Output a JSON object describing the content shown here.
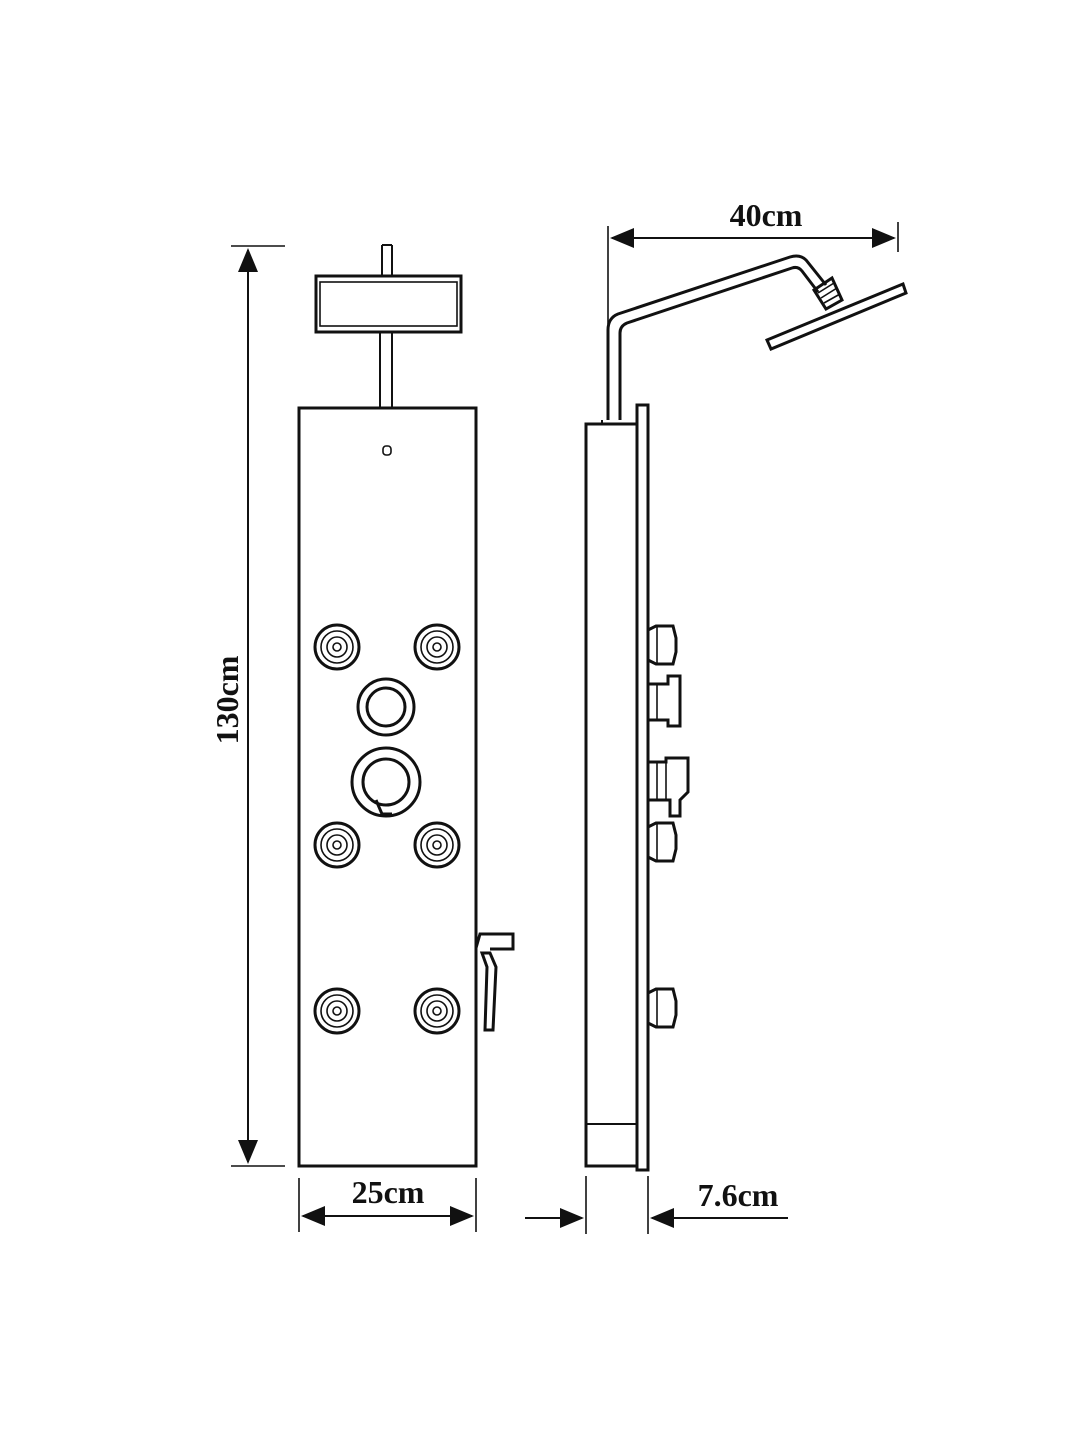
{
  "dimensions": {
    "height": "130cm",
    "front_width": "25cm",
    "arm_length": "40cm",
    "depth": "7.6cm"
  },
  "colors": {
    "line": "#111111",
    "background": "#ffffff"
  }
}
